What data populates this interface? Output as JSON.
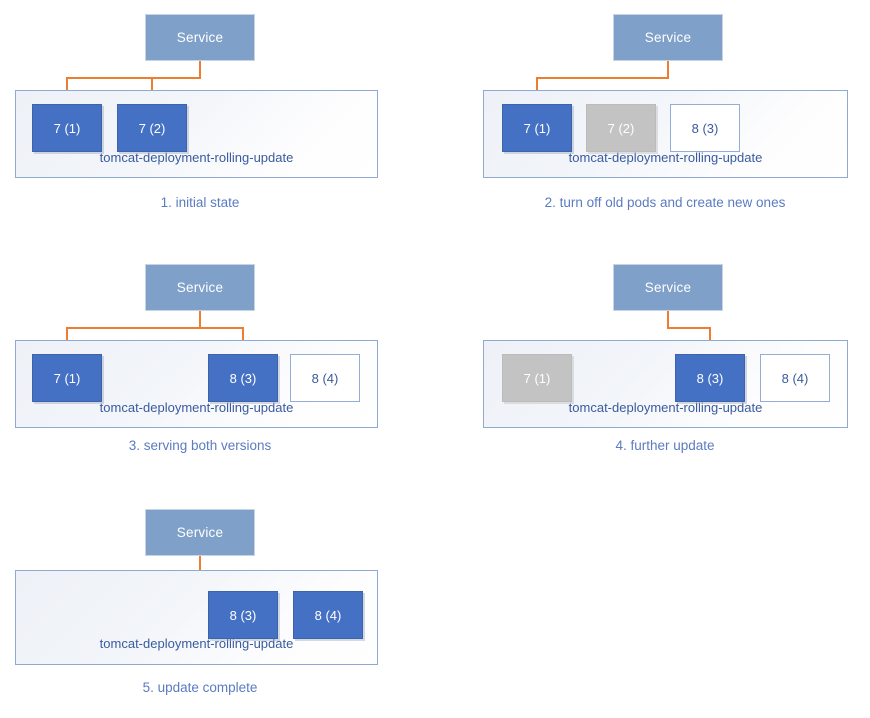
{
  "diagram": {
    "title": "Kubernetes rolling update sequence",
    "colors": {
      "service_fill": "#7FA0C8",
      "pod_blue": "#4571C4",
      "pod_gray": "#C3C3C3",
      "pod_white_border": "#93ADD6",
      "container_border": "#8EA9D2",
      "arrow": "#ED7D31",
      "caption_text": "#5B7BC2",
      "deployment_label_text": "#3A5BA0"
    },
    "service_label": "Service",
    "deployment_name": "tomcat-deployment-rolling-update",
    "panels": [
      {
        "id": "panel-1",
        "caption": "1. initial state",
        "service_label": "Service",
        "deployment_name": "tomcat-deployment-rolling-update",
        "pods": [
          {
            "label": "7 (1)",
            "state": "blue"
          },
          {
            "label": "7 (2)",
            "state": "blue"
          }
        ]
      },
      {
        "id": "panel-2",
        "caption": "2. turn off old pods and create new ones",
        "service_label": "Service",
        "deployment_name": "tomcat-deployment-rolling-update",
        "pods": [
          {
            "label": "7 (1)",
            "state": "blue"
          },
          {
            "label": "7 (2)",
            "state": "gray"
          },
          {
            "label": "8 (3)",
            "state": "white"
          }
        ]
      },
      {
        "id": "panel-3",
        "caption": "3. serving both versions",
        "service_label": "Service",
        "deployment_name": "tomcat-deployment-rolling-update",
        "pods": [
          {
            "label": "7 (1)",
            "state": "blue"
          },
          {
            "label": "8 (3)",
            "state": "blue"
          },
          {
            "label": "8 (4)",
            "state": "white"
          }
        ]
      },
      {
        "id": "panel-4",
        "caption": "4. further update",
        "service_label": "Service",
        "deployment_name": "tomcat-deployment-rolling-update",
        "pods": [
          {
            "label": "7 (1)",
            "state": "gray"
          },
          {
            "label": "8 (3)",
            "state": "blue"
          },
          {
            "label": "8 (4)",
            "state": "white"
          }
        ]
      },
      {
        "id": "panel-5",
        "caption": "5. update complete",
        "service_label": "Service",
        "deployment_name": "tomcat-deployment-rolling-update",
        "pods": [
          {
            "label": "8 (3)",
            "state": "blue"
          },
          {
            "label": "8 (4)",
            "state": "blue"
          }
        ]
      }
    ]
  }
}
